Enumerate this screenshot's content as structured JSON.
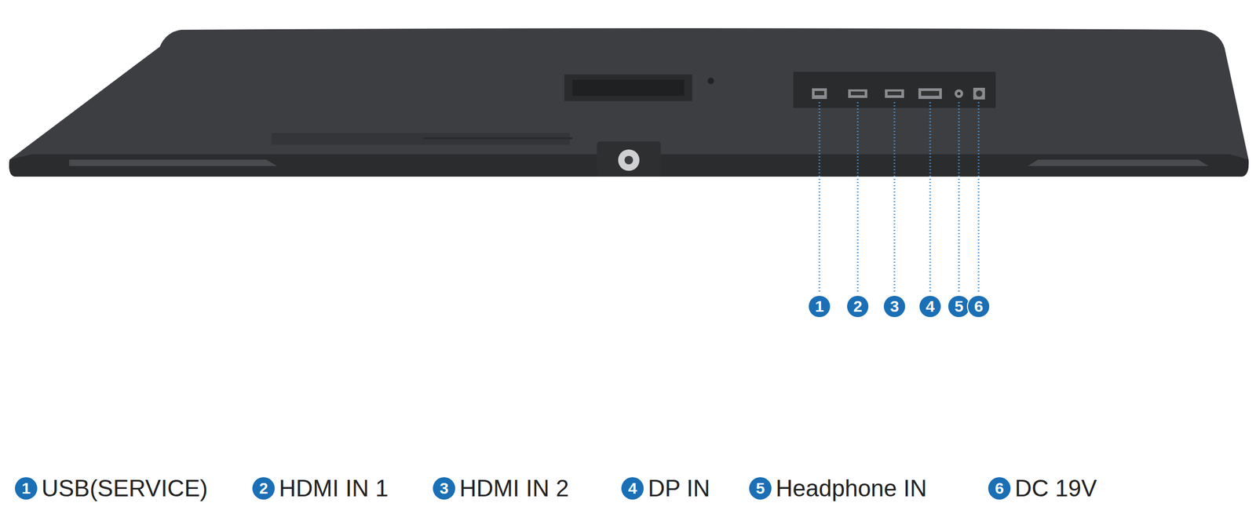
{
  "diagram": {
    "labels": [
      "1",
      "2",
      "3",
      "4",
      "5",
      "6",
      "1",
      "USB(SERVICE)",
      "2",
      "HDMI IN 1",
      "3",
      "HDMI IN 2",
      "4",
      "DP IN",
      "5",
      "Headphone IN",
      "6",
      "DC 19V"
    ]
  }
}
